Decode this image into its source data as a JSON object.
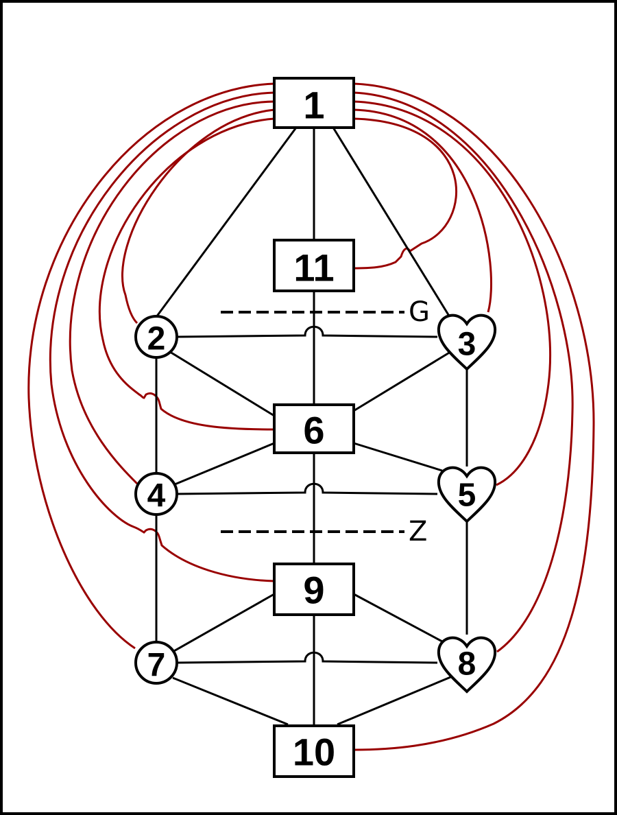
{
  "colors": {
    "border": "#000000",
    "edge": "#000000",
    "arc": "#990000",
    "node_fill": "#ffffff",
    "background": "#ffffff"
  },
  "nodes": [
    {
      "id": "1",
      "label": "1",
      "shape": "square"
    },
    {
      "id": "2",
      "label": "2",
      "shape": "circle"
    },
    {
      "id": "3",
      "label": "3",
      "shape": "heart"
    },
    {
      "id": "4",
      "label": "4",
      "shape": "circle"
    },
    {
      "id": "5",
      "label": "5",
      "shape": "heart"
    },
    {
      "id": "6",
      "label": "6",
      "shape": "square"
    },
    {
      "id": "7",
      "label": "7",
      "shape": "circle"
    },
    {
      "id": "8",
      "label": "8",
      "shape": "heart"
    },
    {
      "id": "9",
      "label": "9",
      "shape": "square"
    },
    {
      "id": "10",
      "label": "10",
      "shape": "square"
    },
    {
      "id": "11",
      "label": "11",
      "shape": "square"
    }
  ],
  "edges": [
    [
      "1",
      "2"
    ],
    [
      "1",
      "11"
    ],
    [
      "1",
      "3"
    ],
    [
      "11",
      "6"
    ],
    [
      "2",
      "3"
    ],
    [
      "2",
      "6"
    ],
    [
      "3",
      "6"
    ],
    [
      "2",
      "4"
    ],
    [
      "3",
      "5"
    ],
    [
      "6",
      "4"
    ],
    [
      "6",
      "5"
    ],
    [
      "4",
      "5"
    ],
    [
      "6",
      "9"
    ],
    [
      "4",
      "7"
    ],
    [
      "5",
      "8"
    ],
    [
      "9",
      "7"
    ],
    [
      "9",
      "8"
    ],
    [
      "7",
      "8"
    ],
    [
      "9",
      "10"
    ],
    [
      "7",
      "10"
    ],
    [
      "8",
      "10"
    ]
  ],
  "arcs": [
    [
      "1",
      "11"
    ],
    [
      "1",
      "6"
    ],
    [
      "1",
      "2"
    ],
    [
      "1",
      "3"
    ],
    [
      "1",
      "4"
    ],
    [
      "1",
      "9"
    ],
    [
      "1",
      "5"
    ],
    [
      "1",
      "7"
    ],
    [
      "1",
      "8"
    ],
    [
      "1",
      "10"
    ]
  ],
  "levels": [
    {
      "id": "G",
      "label": "G"
    },
    {
      "id": "Z",
      "label": "Z"
    }
  ]
}
